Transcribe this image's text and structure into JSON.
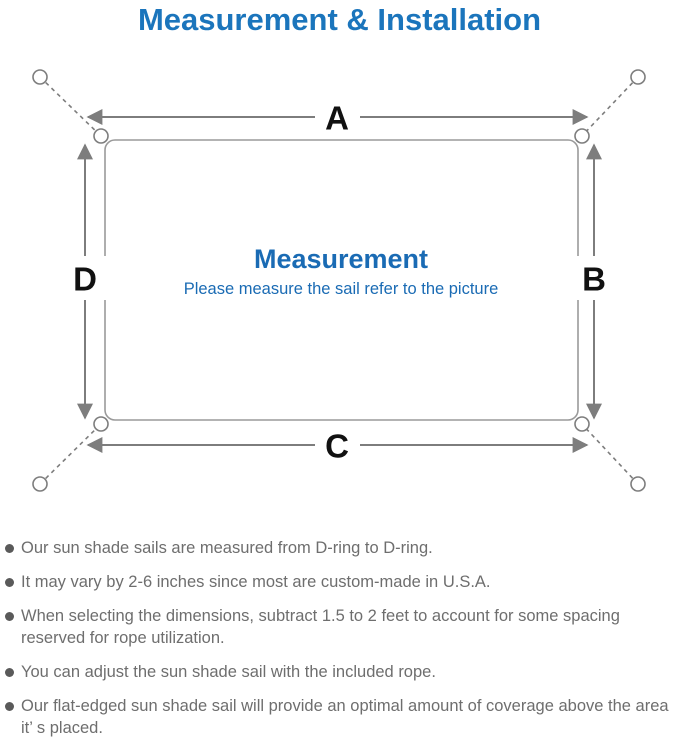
{
  "page": {
    "title": "Measurement & Installation"
  },
  "diagram": {
    "labels": {
      "top": "A",
      "right": "B",
      "bottom": "C",
      "left": "D"
    },
    "center": {
      "heading": "Measurement",
      "subheading": "Please measure the sail refer to the picture"
    }
  },
  "bullets": [
    {
      "text": "Our sun shade sails are measured from D-ring to D-ring."
    },
    {
      "text": "It may vary by 2-6 inches since most are custom-made in U.S.A."
    },
    {
      "text": "When selecting the dimensions, subtract 1.5 to 2 feet to account for some spacing reserved for rope utilization."
    },
    {
      "text": "You can adjust the sun shade sail with the included rope."
    },
    {
      "text": "Our flat-edged sun shade sail will provide an optimal amount of coverage above the area it’ s placed."
    }
  ],
  "colors": {
    "title_blue": "#1b75bc",
    "center_blue": "#1a6bb4",
    "line_gray": "#7d7d7d",
    "rect_gray": "#9a9a9a",
    "label_black": "#111111",
    "bullet_text": "#6e6e6e",
    "bullet_dot": "#5a5a5a"
  }
}
